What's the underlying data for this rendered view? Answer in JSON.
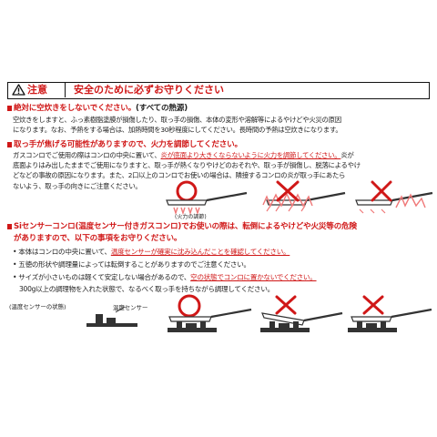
{
  "caution": {
    "badge_label": "注意",
    "title": "安全のために必ずお守りください"
  },
  "s1": {
    "heading_red": "絶対に空炊きをしないでください。",
    "heading_black": "(すべての熱源)",
    "body": [
      "空炊きをしますと、ふっ素樹脂塗膜が損傷したり、取っ手の損傷、本体の変形や溶解等によるやけどや火災の原因",
      "になります。なお、予熱をする場合は、加熱時間を30秒程度にしてください。長時間の予熱は空炊きになります。"
    ]
  },
  "s2": {
    "heading": "取っ手が焦げる可能性がありますので、火力を調節してください。",
    "line1_a": "ガスコンロでご使用の際はコンロの中央に置いて、",
    "line1_red": "炎が底面より大きくならないように火力を調節してください。",
    "line1_b": "炎が",
    "line2": "底面よりはみ出したままでご使用になりますと、取っ手が熱くなりやけどのおそれや、取っ手が損傷し、脱落によるやけ",
    "line3": "どなどの事故の原因になります。また、2口以上のコンロでお使いの場合は、隣接するコンロの炎が取っ手にあたら",
    "line4": "ないよう、取っ手の向きにご注意ください。",
    "caption": "(火力の調節)"
  },
  "s3": {
    "heading_l1_a": "Siセンサーコンロ(温度センサー付きガスコンロ)",
    "heading_l1_b": "でお使いの際は、転倒によるやけどや火災等の危険",
    "heading_l2": "がありますので、以下の事項をお守りください。",
    "b1_a": "本体はコンロの中央に置いて、",
    "b1_red": "温度センサーが確実に沈み込んだことを確認してください。",
    "b2": "五徳の形状や調理量によっては転倒することがありますのでご注意ください。",
    "b3_a": "サイズが小さいものは軽くて安定しない場合があるので、",
    "b3_red": "空の状態でコンロに置かないでください。",
    "b3_l2": "300g以上の調理物を入れた状態で、なるべく取っ手を持ちながら調理してください。",
    "sensor_state": "(温度センサーの状態)",
    "sensor_label": "温度センサー"
  },
  "colors": {
    "accent": "#d01818",
    "flame": "#f07878"
  }
}
